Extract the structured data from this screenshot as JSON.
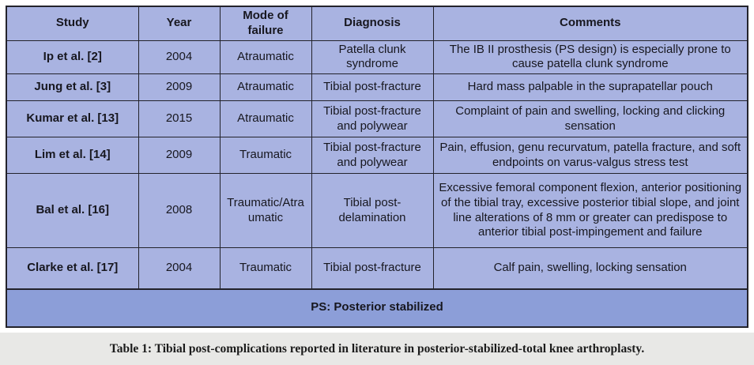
{
  "table": {
    "headers": [
      "Study",
      "Year",
      "Mode of failure",
      "Diagnosis",
      "Comments"
    ],
    "rows": [
      {
        "study": "Ip et al. [2]",
        "year": "2004",
        "mode": "Atraumatic",
        "diagnosis": "Patella clunk syndrome",
        "comments": "The IB II prosthesis (PS design) is especially prone to cause patella clunk syndrome"
      },
      {
        "study": "Jung et al. [3]",
        "year": "2009",
        "mode": "Atraumatic",
        "diagnosis": "Tibial post-fracture",
        "comments": "Hard mass palpable in the suprapatellar pouch"
      },
      {
        "study": "Kumar et al. [13]",
        "year": "2015",
        "mode": "Atraumatic",
        "diagnosis": "Tibial post-fracture and polywear",
        "comments": "Complaint of pain and swelling, locking and clicking sensation"
      },
      {
        "study": "Lim et al. [14]",
        "year": "2009",
        "mode": "Traumatic",
        "diagnosis": "Tibial post-fracture and polywear",
        "comments": "Pain, effusion, genu recurvatum, patella fracture, and soft endpoints on varus-valgus stress test"
      },
      {
        "study": "Bal et al. [16]",
        "year": "2008",
        "mode": "Traumatic/Atraumatic",
        "diagnosis": "Tibial post-delamination",
        "comments": "Excessive femoral component flexion, anterior positioning of the tibial tray, excessive posterior tibial slope, and joint line alterations of 8 mm or greater can predispose to anterior tibial post-impingement and failure"
      },
      {
        "study": "Clarke et al. [17]",
        "year": "2004",
        "mode": "Traumatic",
        "diagnosis": "Tibial post-fracture",
        "comments": "Calf pain, swelling, locking sensation"
      }
    ],
    "footnote": "PS: Posterior stabilized"
  },
  "caption": "Table 1: Tibial post-complications reported in literature in posterior-stabilized-total knee arthroplasty.",
  "colors": {
    "cell_background": "#a9b3e1",
    "footnote_background": "#8c9ed8",
    "border": "#23232b",
    "caption_background": "#e8e8e6",
    "text": "#17171f"
  }
}
